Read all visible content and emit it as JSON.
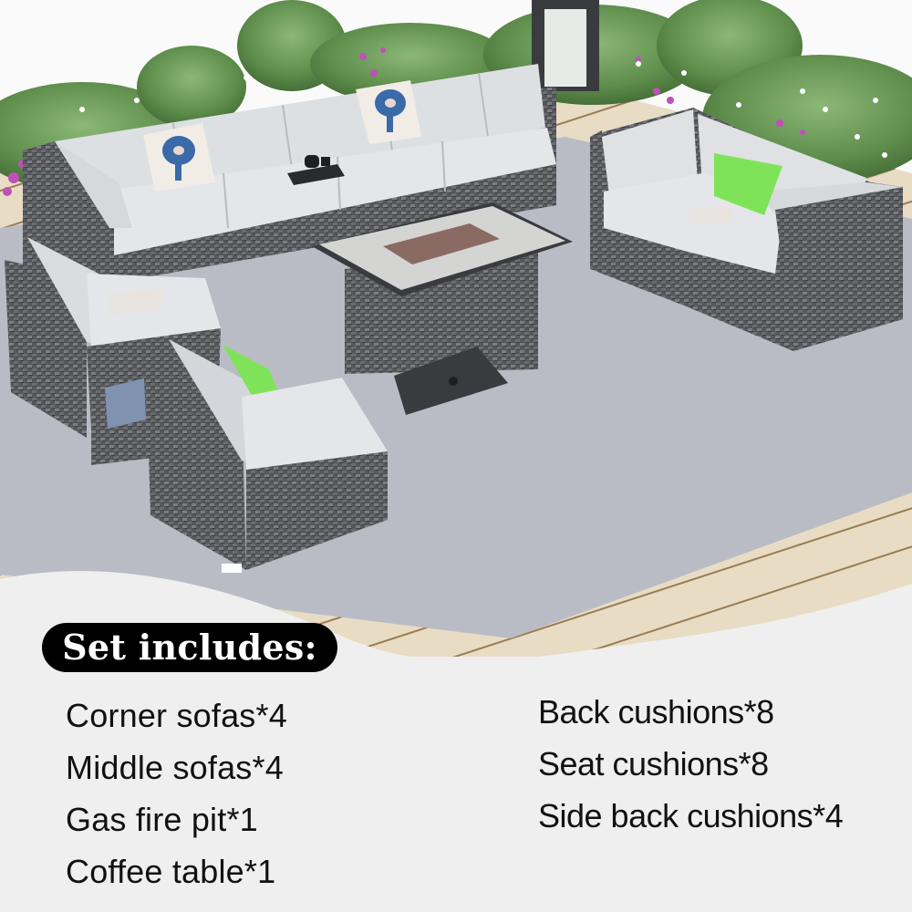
{
  "scene": {
    "description": "Outdoor grey wicker rattan sectional patio furniture set with light grey cushions, gas fire pit table, and coffee table on grey rug over wooden deck, hedges with flowers behind",
    "colors": {
      "sky": "#fbfbfb",
      "hedge": "#5f8f4e",
      "hedge_light": "#8fb57a",
      "flower_pink": "#c04fb8",
      "deck": "#e8dcc4",
      "rug": "#b9bcc4",
      "wicker": "#5a5c60",
      "cushion": "#dfe1e4",
      "pillow_blue": "#3a6aa8",
      "pillow_green": "#7fe35a",
      "firepit_top": "#d4d4d2",
      "firepit_frame": "#3a3b3e",
      "lava_rock": "#8a6a62"
    }
  },
  "info": {
    "title": "Set includes:",
    "left_items": [
      "Corner sofas*4",
      "Middle sofas*4",
      "Gas fire pit*1",
      "Coffee table*1"
    ],
    "right_items": [
      "Back cushions*8",
      "Seat cushions*8",
      "Side back cushions*4"
    ],
    "panel_color": "#efefef",
    "pill_color": "#000000",
    "text_color": "#111111"
  }
}
